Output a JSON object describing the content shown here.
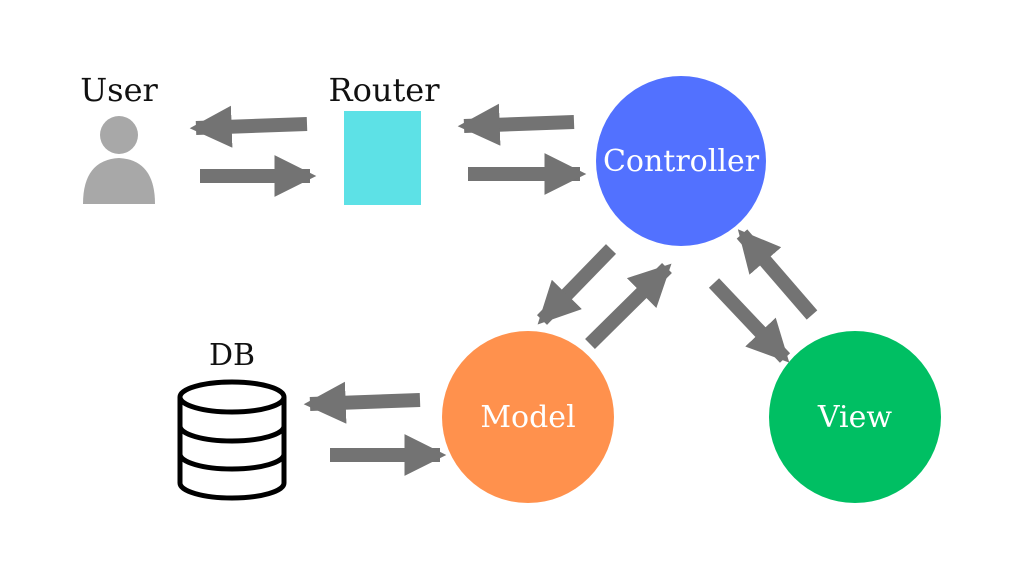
{
  "labels": {
    "user": "User",
    "router": "Router",
    "controller": "Controller",
    "model": "Model",
    "view": "View",
    "db": "DB"
  },
  "icons": {
    "user": "person-icon",
    "router": "router-box-icon",
    "db": "database-icon"
  },
  "colors": {
    "user_icon": "#a8a8a8",
    "router_box": "#5de1e6",
    "controller": "#5271ff",
    "model": "#ff914d",
    "view": "#00bf63",
    "arrow": "#737373",
    "db_stroke": "#000000"
  }
}
